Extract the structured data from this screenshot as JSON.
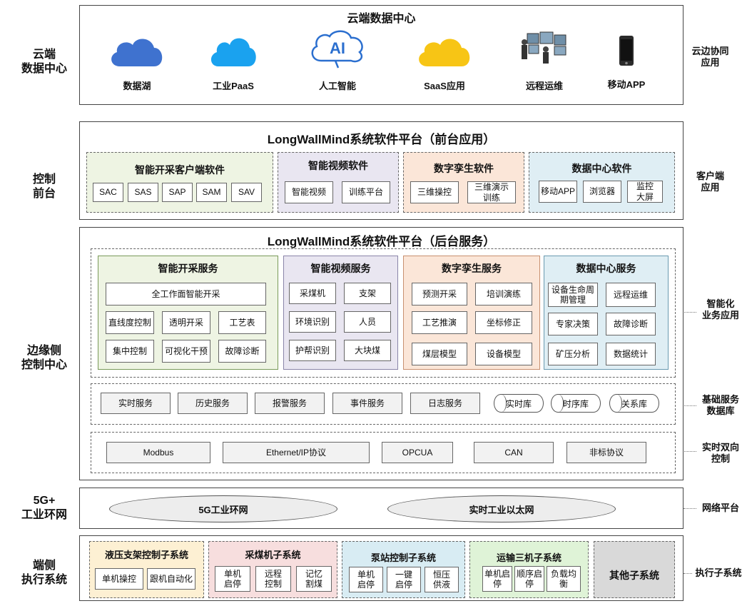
{
  "left_labels": [
    "云端\n数据中心",
    "控制\n前台",
    "边缘侧\n控制中心",
    "5G+\n工业环网",
    "端侧\n执行系统"
  ],
  "right_labels": [
    "云边协同\n应用",
    "客户端\n应用",
    "智能化\n业务应用",
    "基础服务\n数据库",
    "实时双向\n控制",
    "网络平台",
    "执行子系统"
  ],
  "cloud": {
    "title": "云端数据中心",
    "items": [
      {
        "label": "数据湖",
        "icon": "cloud-blue-icon"
      },
      {
        "label": "工业PaaS",
        "icon": "cloud-lightblue-icon"
      },
      {
        "label": "人工智能",
        "icon": "ai-cloud-icon",
        "icon_text": "AI"
      },
      {
        "label": "SaaS应用",
        "icon": "cloud-yellow-icon"
      },
      {
        "label": "远程运维",
        "icon": "remote-ops-icon"
      },
      {
        "label": "移动APP",
        "icon": "phone-icon"
      }
    ]
  },
  "front": {
    "title": "LongWallMind系统软件平台（前台应用）",
    "groups": [
      {
        "title": "智能开采客户端软件",
        "color": "#eef4e3",
        "items": [
          "SAC",
          "SAS",
          "SAP",
          "SAM",
          "SAV"
        ]
      },
      {
        "title": "智能视频软件",
        "color": "#e9e6f1",
        "items": [
          "智能视频",
          "训练平台"
        ]
      },
      {
        "title": "数字孪生软件",
        "color": "#fbe6d8",
        "items": [
          "三维操控",
          "三维演示\n训练"
        ]
      },
      {
        "title": "数据中心软件",
        "color": "#dfeef4",
        "items": [
          "移动APP",
          "浏览器",
          "监控\n大屏"
        ]
      }
    ]
  },
  "back": {
    "title": "LongWallMind系统软件平台（后台服务）",
    "mining": {
      "title": "智能开采服务",
      "wide": "全工作面智能开采",
      "items": [
        "直线度控制",
        "透明开采",
        "工艺表",
        "集中控制",
        "可视化干预",
        "故障诊断"
      ]
    },
    "video": {
      "title": "智能视频服务",
      "items": [
        "采煤机",
        "支架",
        "环境识别",
        "人员",
        "护帮识别",
        "大块煤"
      ]
    },
    "twin": {
      "title": "数字孪生服务",
      "items": [
        "预测开采",
        "培训演练",
        "工艺推演",
        "坐标修正",
        "煤层模型",
        "设备模型"
      ]
    },
    "dc": {
      "title": "数据中心服务",
      "items": [
        "设备生命周\n期管理",
        "远程运维",
        "专家决策",
        "故障诊断",
        "矿压分析",
        "数据统计"
      ]
    },
    "base_services": [
      "实时服务",
      "历史服务",
      "报警服务",
      "事件服务",
      "日志服务"
    ],
    "databases": [
      "实时库",
      "时序库",
      "关系库"
    ],
    "protocols": [
      "Modbus",
      "Ethernet/IP协议",
      "OPCUA",
      "CAN",
      "非标协议"
    ]
  },
  "network": [
    "5G工业环网",
    "实时工业以太网"
  ],
  "subsystems": [
    {
      "title": "液压支架控制子系统",
      "color": "#fdf0d3",
      "items": [
        "单机操控",
        "跟机自动化"
      ]
    },
    {
      "title": "采煤机子系统",
      "color": "#f7dede",
      "items": [
        "单机\n启停",
        "远程\n控制",
        "记忆\n割煤"
      ]
    },
    {
      "title": "泵站控制子系统",
      "color": "#d8ecf3",
      "items": [
        "单机\n启停",
        "一键\n启停",
        "恒压\n供液"
      ]
    },
    {
      "title": "运输三机子系统",
      "color": "#dff3d7",
      "items": [
        "单机启\n停",
        "顺序启\n停",
        "负载均\n衡"
      ]
    },
    {
      "title": "其他子系统",
      "color": "#d9d9d9",
      "items": []
    }
  ]
}
